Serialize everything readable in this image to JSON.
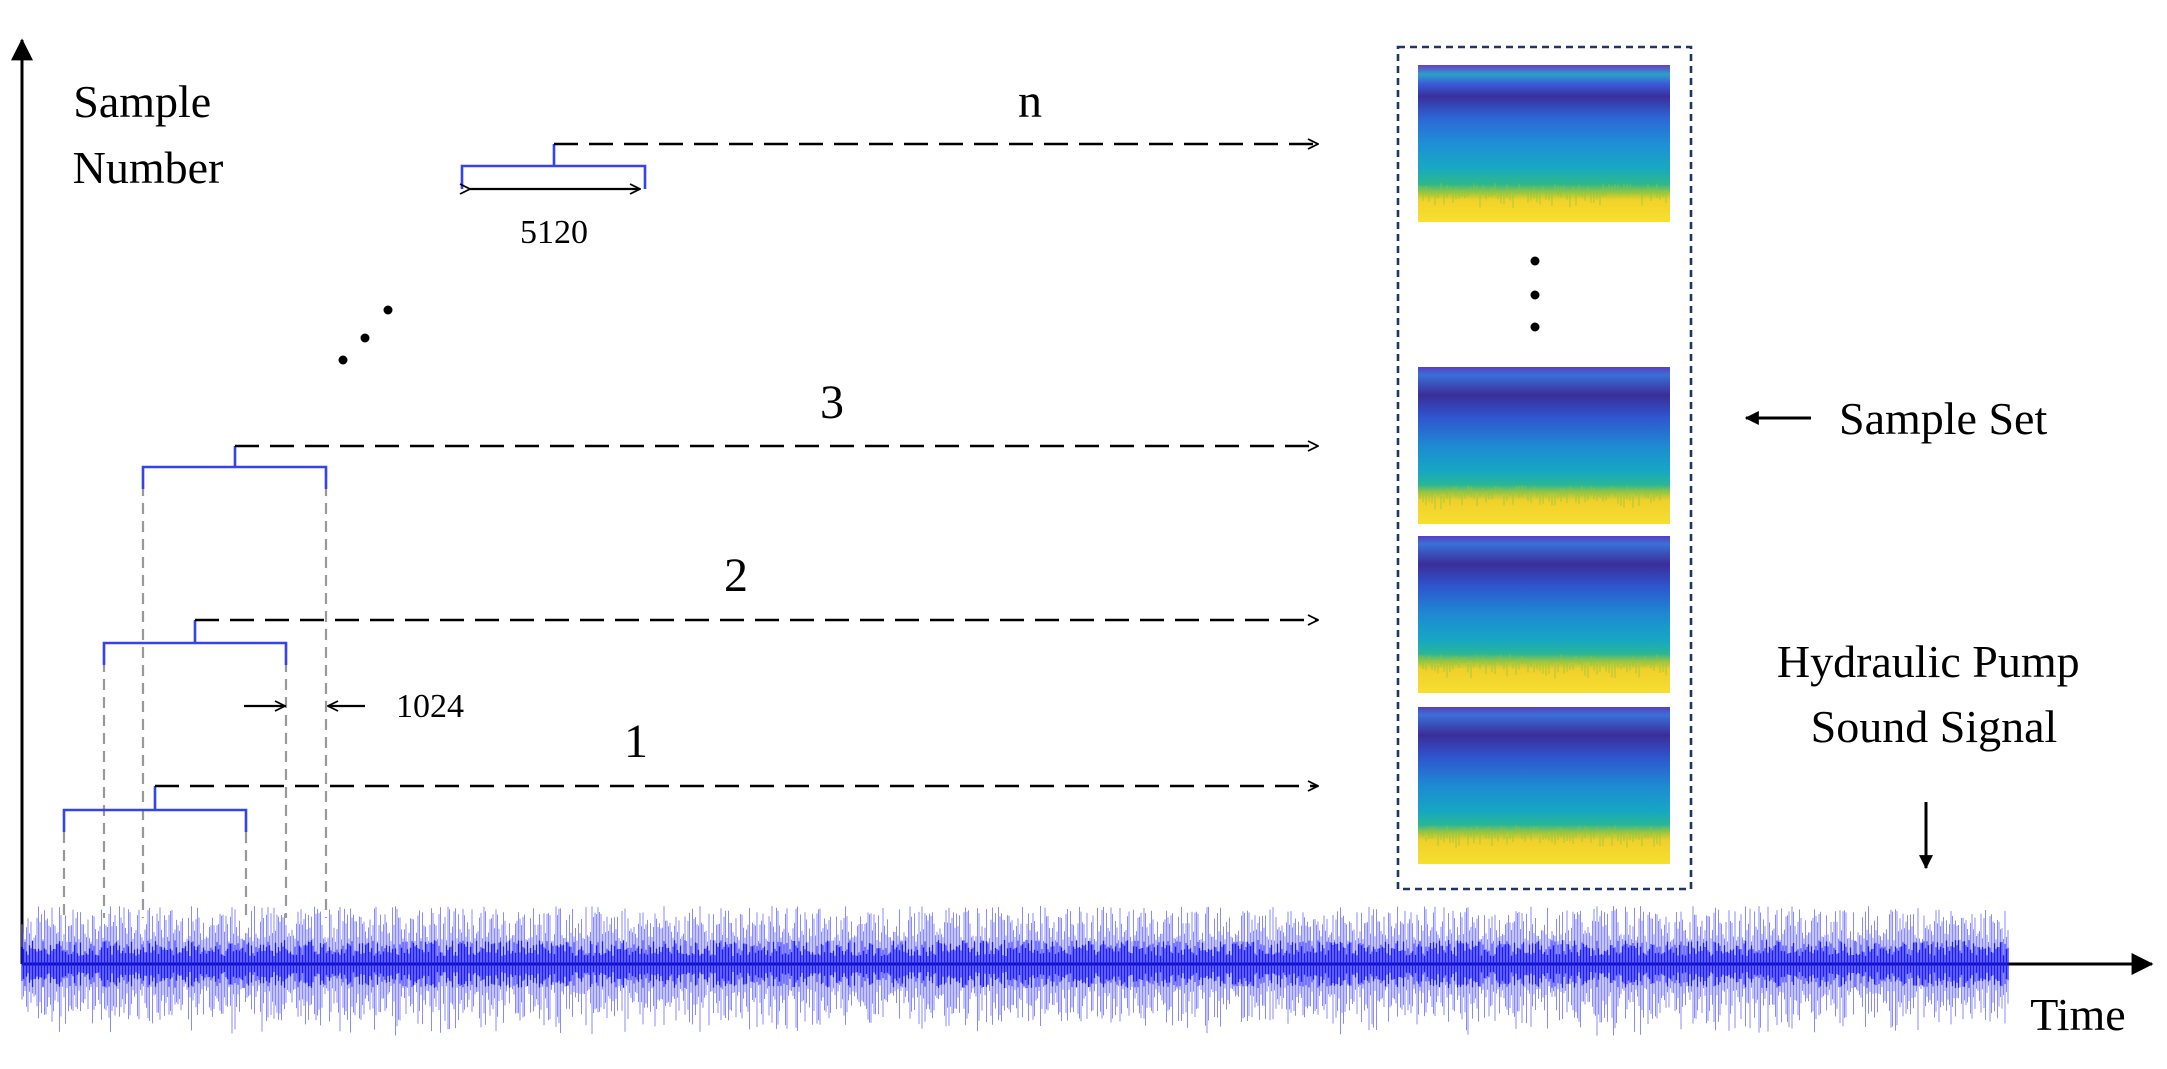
{
  "axes": {
    "y_label_lines": [
      "Sample",
      "Number"
    ],
    "x_label": "Time"
  },
  "samples": [
    {
      "label": "1"
    },
    {
      "label": "2"
    },
    {
      "label": "3"
    },
    {
      "label": "n"
    }
  ],
  "annotations": {
    "window_length": "5120",
    "step_length": "1024",
    "sample_set": "Sample Set",
    "signal_label_lines": [
      "Hydraulic Pump",
      "Sound Signal"
    ]
  },
  "colors": {
    "bracket": "#3344ee",
    "signal": "#1a1aff",
    "signal_light": "#8a8aff",
    "sample_box_border": "#1f3566",
    "axis": "#000000"
  }
}
